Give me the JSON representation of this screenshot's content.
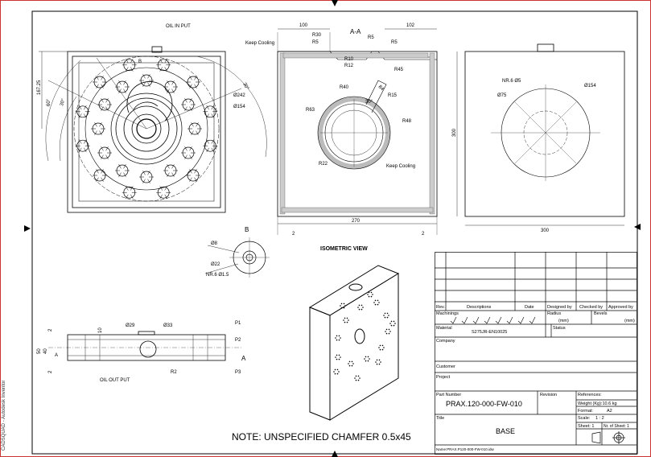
{
  "drawing": {
    "note": "NOTE: UNSPECIFIED CHAMFER 0.5x45",
    "side_label": "CADSQUAD - Autodesk Inventor",
    "isometric_title": "ISOMETRIC VIEW",
    "section_label": "A-A",
    "detail_label": "B",
    "top_view": {
      "oil_in": "OIL IN PUT",
      "dims": [
        "167.25",
        "60°",
        "30°",
        "Ø242",
        "Ø154",
        "30°",
        "B"
      ]
    },
    "section_view": {
      "dims": [
        "100",
        "102",
        "R30",
        "R5",
        "R5",
        "R5",
        "Keep Cooling",
        "R10",
        "R12",
        "R45",
        "R40",
        "R63",
        "R15",
        "30°",
        "84",
        "R48",
        "R22",
        "Keep Cooling",
        "270",
        "2",
        "2"
      ]
    },
    "right_view": {
      "dims": [
        "NR.6 Ø5",
        "Ø75",
        "Ø154",
        "300",
        "300"
      ]
    },
    "detail_b": {
      "dims": [
        "Ø8",
        "Ø22",
        "NR.6 Ø1.5"
      ]
    },
    "bottom_view": {
      "dims": [
        "Ø29",
        "Ø33",
        "P1",
        "P2",
        "P3",
        "A",
        "A",
        "10",
        "2",
        "2",
        "50",
        "40",
        "R2",
        "OIL OUT PUT"
      ]
    }
  },
  "title_block": {
    "headers": {
      "rev": "Rev.",
      "descriptions": "Descriptions",
      "date": "Date",
      "designed_by": "Designed by",
      "checked_by": "Checked by",
      "approved_by": "Approved by"
    },
    "machinings_label": "Machinings",
    "radius_label": "Radius",
    "radius_unit": "(mm)",
    "bevels_label": "Bevels",
    "bevels_unit": "(mm)",
    "material_label": "Material",
    "material_value": "S275JR-EN10025",
    "status_label": "Status",
    "company_label": "Company",
    "customer_label": "Customer",
    "project_label": "Project",
    "part_number_label": "Part Number",
    "part_number_value": "PRAX.120-000-FW-010",
    "revision_label": "Revision",
    "references_label": "References:",
    "weight": "Weight (Kg):10.6 kg",
    "format_label": "Format:",
    "format_value": "A2",
    "scale_label": "Scale:",
    "scale_value": "1 : 2",
    "sheet": "Sheet: 1",
    "of_sheets": "Nr. of Sheet: 1",
    "title_label": "Title",
    "title_value": "BASE",
    "name": "Name:PRAX.P120-000-FW-010.idw"
  }
}
